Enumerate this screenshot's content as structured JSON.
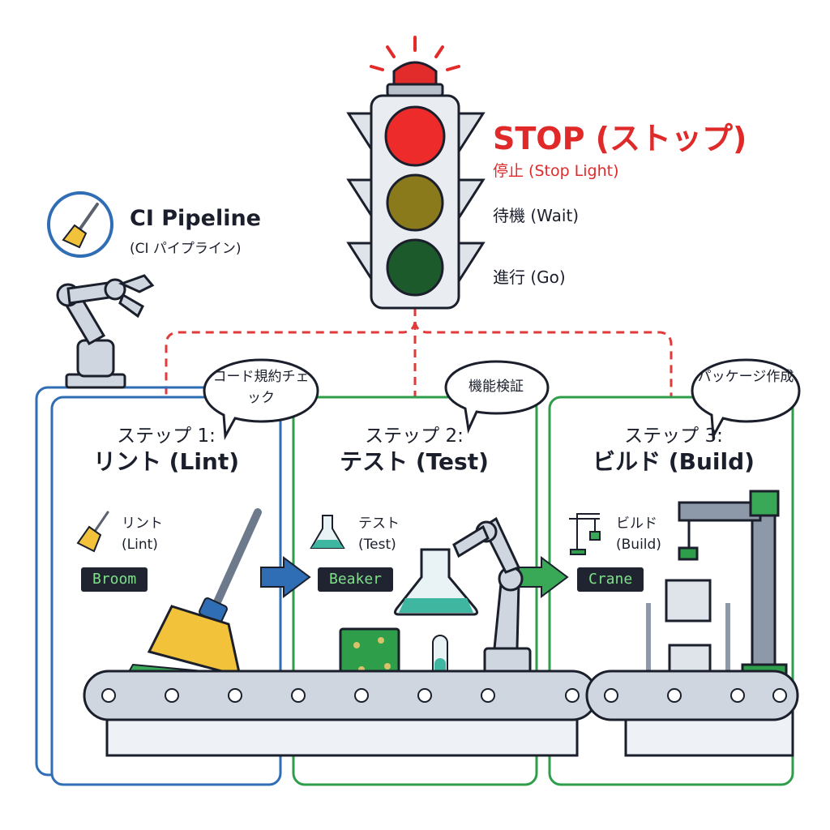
{
  "pipeline": {
    "title": "CI Pipeline",
    "subtitle": "(CI パイプライン)"
  },
  "traffic_light": {
    "stop_title": "STOP (ストップ)",
    "stop_subtitle": "停止 (Stop Light)",
    "wait_label": "待機 (Wait)",
    "go_label": "進行 (Go)",
    "active": "red",
    "colors": {
      "red": "#ee2b2b",
      "amber_dim": "#8a7a1c",
      "green_dim": "#1c5a2c"
    }
  },
  "steps": [
    {
      "number": "ステップ 1:",
      "name": "リント (Lint)",
      "bubble": "コード規約チェック",
      "tool_label_ja": "リント",
      "tool_label_en": "(Lint)",
      "chip": "Broom",
      "tool_icon": "broom-icon",
      "color": "#2f6db5"
    },
    {
      "number": "ステップ 2:",
      "name": "テスト (Test)",
      "bubble": "機能検証",
      "tool_label_ja": "テスト",
      "tool_label_en": "(Test)",
      "chip": "Beaker",
      "tool_icon": "beaker-icon",
      "color": "#2f9e4a"
    },
    {
      "number": "ステップ 3:",
      "name": "ビルド (Build)",
      "bubble": "パッケージ作成",
      "tool_label_ja": "ビルド",
      "tool_label_en": "(Build)",
      "chip": "Crane",
      "tool_icon": "crane-icon",
      "color": "#2f9e4a"
    }
  ]
}
